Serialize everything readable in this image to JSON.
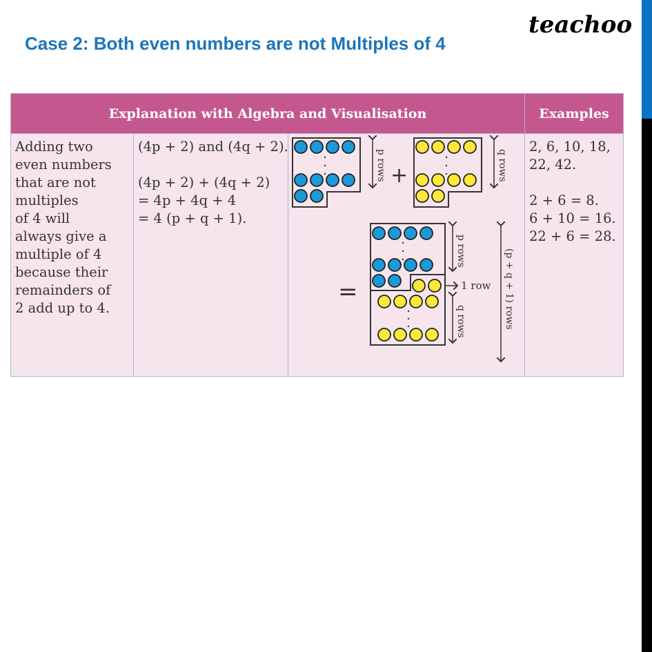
{
  "header": {
    "title": "Case 2: Both even numbers are not Multiples of 4",
    "logo": "teachoo"
  },
  "table": {
    "headers": {
      "explanation": "Explanation with Algebra and Visualisation",
      "examples": "Examples"
    },
    "explanation_text": [
      "Adding two",
      "even numbers",
      "that are not",
      "multiples",
      "of 4 will",
      "always give a",
      "multiple of 4",
      "because their",
      "remainders of",
      "2 add up to 4."
    ],
    "algebra": {
      "line1": "(4p + 2) and (4q + 2).",
      "line2": "(4p + 2) + (4q + 2)",
      "line3": "= 4p + 4q + 4",
      "line4": "= 4 (p + q + 1)."
    },
    "diagram": {
      "plus_sign": "+",
      "equals_sign": "=",
      "label_p_rows": "p rows",
      "label_q_rows": "q rows",
      "label_one_row": "1 row",
      "label_total_rows": "(p + q + 1) rows",
      "colors": {
        "blue": "#1a9ad6",
        "yellow": "#fbe83a",
        "outline": "#333333"
      }
    },
    "examples": {
      "line1": "2, 6, 10, 18,",
      "line2": "22, 42.",
      "line3": "2 + 6 = 8.",
      "line4": "6 + 10 = 16.",
      "line5": "22 + 6 = 28."
    }
  },
  "colors": {
    "title_blue": "#1b75bb",
    "header_pink": "#c4588e",
    "cell_bg": "#f6e5ec",
    "side_bar_blue": "#0b72c4"
  }
}
